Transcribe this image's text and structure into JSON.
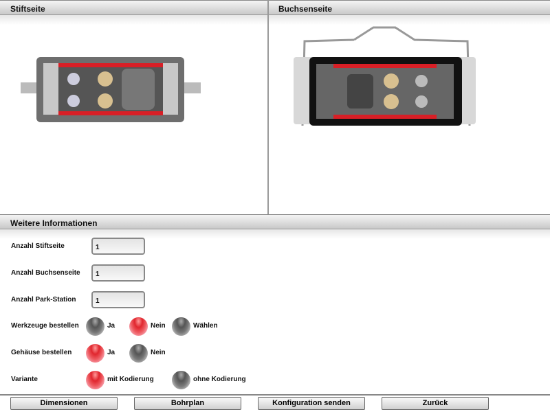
{
  "panels": {
    "pin_side": {
      "title": "Stiftseite"
    },
    "socket_side": {
      "title": "Buchsenseite"
    }
  },
  "info": {
    "title": "Weitere Informationen",
    "fields": [
      {
        "label": "Anzahl Stiftseite",
        "value": "1"
      },
      {
        "label": "Anzahl Buchsenseite",
        "value": "1"
      },
      {
        "label": "Anzahl Park-Station",
        "value": "1"
      }
    ],
    "options": [
      {
        "label": "Werkzeuge bestellen",
        "choices": [
          {
            "label": "Ja",
            "selected": false
          },
          {
            "label": "Nein",
            "selected": true
          },
          {
            "label": "Wählen",
            "selected": false
          }
        ]
      },
      {
        "label": "Gehäuse bestellen",
        "choices": [
          {
            "label": "Ja",
            "selected": true
          },
          {
            "label": "Nein",
            "selected": false
          }
        ]
      },
      {
        "label": "Variante",
        "choices": [
          {
            "label": "mit Kodierung",
            "selected": true
          },
          {
            "label": "ohne Kodierung",
            "selected": false
          }
        ]
      }
    ]
  },
  "buttons": {
    "dimensions": "Dimensionen",
    "drilling": "Bohrplan",
    "send": "Konfiguration senden",
    "back": "Zurück"
  },
  "colors": {
    "selected": "#e0262e",
    "unselected": "#666666",
    "accent_strip": "#d81f26"
  }
}
